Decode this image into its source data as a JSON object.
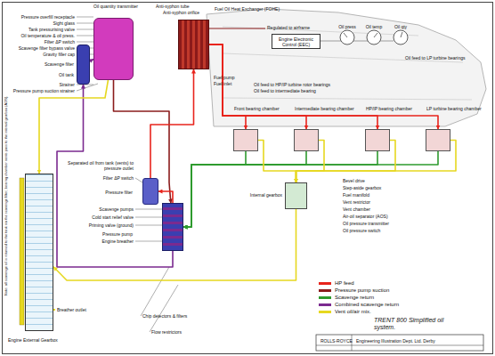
{
  "diagram": {
    "title": "TRENT 800 Simplified oil system.",
    "nodes": [
      {
        "text": [
          "Oil tank"
        ]
      },
      {
        "text": [
          "Scavenge filter"
        ]
      },
      {
        "text": [
          "Fuel Oil Heat Exchanger (FOHE)"
        ]
      },
      {
        "text": [
          "Engine Electronic Control (EEC)"
        ]
      },
      {
        "text": [
          "Pressure filter"
        ]
      },
      {
        "text": [
          "Pressure pump"
        ]
      },
      {
        "text": [
          "Engine External Gearbox"
        ]
      },
      {
        "text": [
          "Front bearing chamber"
        ]
      },
      {
        "text": [
          "Intermediate bearing chamber"
        ]
      },
      {
        "text": [
          "HP/IP bearing chamber"
        ]
      },
      {
        "text": [
          "LP turbine bearing chamber"
        ]
      },
      {
        "text": [
          "Internal gearbox"
        ]
      }
    ],
    "edges": [
      {
        "from": 0,
        "to": 5,
        "arrow": "to"
      },
      {
        "from": 5,
        "to": 4,
        "arrow": "to"
      },
      {
        "from": 4,
        "to": 2,
        "arrow": "to"
      },
      {
        "from": 2,
        "to": 7,
        "arrow": "to"
      },
      {
        "from": 2,
        "to": 8,
        "arrow": "to"
      },
      {
        "from": 2,
        "to": 9,
        "arrow": "to"
      },
      {
        "from": 2,
        "to": 10,
        "arrow": "to"
      },
      {
        "from": 7,
        "to": 5,
        "arrow": "to"
      },
      {
        "from": 8,
        "to": 5,
        "arrow": "to"
      },
      {
        "from": 9,
        "to": 5,
        "arrow": "to"
      },
      {
        "from": 10,
        "to": 5,
        "arrow": "to"
      },
      {
        "from": 5,
        "to": 1,
        "arrow": "to"
      },
      {
        "from": 1,
        "to": 0,
        "arrow": "to"
      },
      {
        "from": 7,
        "to": 11,
        "arrow": "to"
      },
      {
        "from": 8,
        "to": 11,
        "arrow": "to"
      },
      {
        "from": 9,
        "to": 11,
        "arrow": "to"
      },
      {
        "from": 10,
        "to": 11,
        "arrow": "to"
      },
      {
        "from": 11,
        "to": 6,
        "arrow": "to"
      },
      {
        "from": 0,
        "to": 6,
        "arrow": "to"
      }
    ],
    "labels": [
      "Oil quantity transmitter",
      "Anti-syphon tube",
      "Anti-syphon orifice",
      "Pressure overfill receptacle",
      "Sight glass",
      "Tank pressurising valve",
      "Oil temperature & oil press.",
      "Filter ΔP switch",
      "Scavenge filter bypass valve",
      "Gravity filler cap",
      "Strainer",
      "Pressure pump suction strainer",
      "Fuel pump",
      "Fuel inlet",
      "Regulated to airframe",
      "Oil press",
      "Oil temp",
      "Oil qty",
      "Oil feed to LP turbine bearings",
      "Oil feed to HP/IP turbine rotor bearings",
      "Oil feed to intermediate bearing",
      "Bevel drive",
      "Step-aside gearbox",
      "Fuel manifold",
      "Vent restrictor",
      "Vent chamber",
      "Air-oil separator (AOS)",
      "Oil pressure transmitter",
      "Oil pressure switch",
      "Separated oil from tank (vents) to pressure outlet",
      "Filter ΔP switch",
      "Scavenge pumps",
      "Cold start relief valve",
      "Priming valve (ground)",
      "Engine breather",
      "Chip detectors & filters",
      "Flow restrictors",
      "Breather outlet",
      "Note: all scavenge oil is returned to the tank via the scavenge filter; bearing chamber vents pass to the internal gearbox (AOS).",
      "ROLLS-ROYCE",
      "Engineering Illustration Dept. Ltd. Derby"
    ],
    "legend": [
      {
        "text": "HP feed",
        "color": "#e8241c"
      },
      {
        "text": "Pressure pump suction",
        "color": "#8b1c1c"
      },
      {
        "text": "Scavenge return",
        "color": "#2e9a2e"
      },
      {
        "text": "Combined scavenge return",
        "color": "#7b2a8f"
      },
      {
        "text": "Vent oil/air mix.",
        "color": "#e6d820"
      }
    ]
  }
}
